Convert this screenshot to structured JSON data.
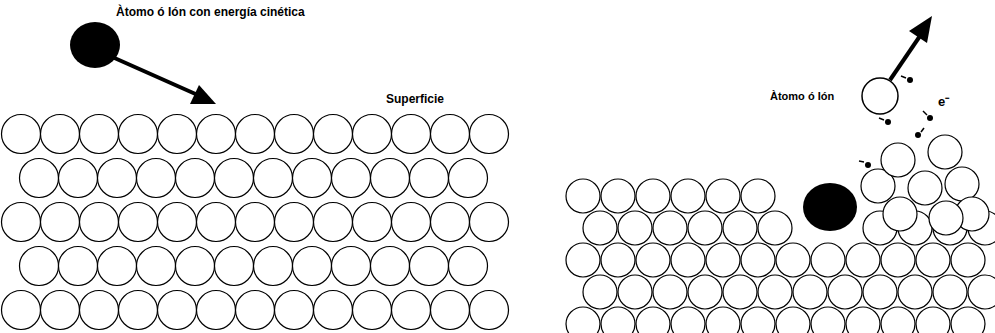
{
  "diagram": {
    "labels": [
      "Àtomo ó Ión con energía cinética",
      "Superficie",
      "Àtomo ó Ión",
      "e⁻"
    ]
  }
}
